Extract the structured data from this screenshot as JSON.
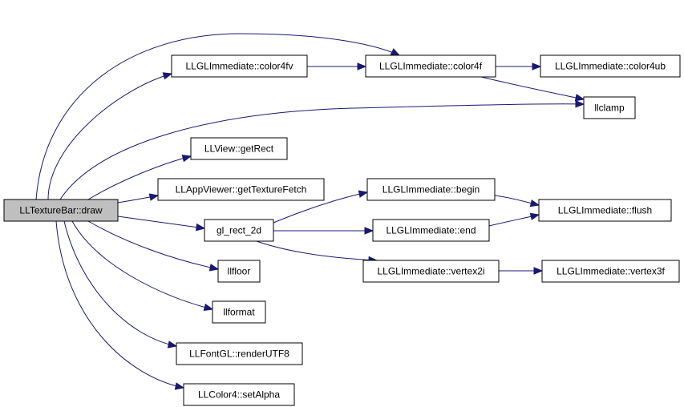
{
  "colors": {
    "edge": "#191970",
    "node_fill": "#ffffff",
    "node_root_fill": "#bfbfbf",
    "node_stroke": "#000000"
  },
  "nodes": [
    {
      "id": "draw",
      "label": "LLTextureBar::draw",
      "root": true
    },
    {
      "id": "color4fv",
      "label": "LLGLImmediate::color4fv"
    },
    {
      "id": "color4f",
      "label": "LLGLImmediate::color4f"
    },
    {
      "id": "color4ub",
      "label": "LLGLImmediate::color4ub"
    },
    {
      "id": "llclamp",
      "label": "llclamp"
    },
    {
      "id": "getRect",
      "label": "LLView::getRect"
    },
    {
      "id": "getTextureFetch",
      "label": "LLAppViewer::getTextureFetch"
    },
    {
      "id": "begin",
      "label": "LLGLImmediate::begin"
    },
    {
      "id": "flush",
      "label": "LLGLImmediate::flush"
    },
    {
      "id": "gl_rect_2d",
      "label": "gl_rect_2d"
    },
    {
      "id": "end",
      "label": "LLGLImmediate::end"
    },
    {
      "id": "vertex2i",
      "label": "LLGLImmediate::vertex2i"
    },
    {
      "id": "vertex3f",
      "label": "LLGLImmediate::vertex3f"
    },
    {
      "id": "llfloor",
      "label": "llfloor"
    },
    {
      "id": "llformat",
      "label": "llformat"
    },
    {
      "id": "renderUTF8",
      "label": "LLFontGL::renderUTF8"
    },
    {
      "id": "setAlpha",
      "label": "LLColor4::setAlpha"
    }
  ],
  "edges": [
    {
      "from": "draw",
      "to": "color4fv"
    },
    {
      "from": "draw",
      "to": "color4f"
    },
    {
      "from": "draw",
      "to": "llclamp"
    },
    {
      "from": "draw",
      "to": "getRect"
    },
    {
      "from": "draw",
      "to": "getTextureFetch"
    },
    {
      "from": "draw",
      "to": "gl_rect_2d"
    },
    {
      "from": "draw",
      "to": "llfloor"
    },
    {
      "from": "draw",
      "to": "llformat"
    },
    {
      "from": "draw",
      "to": "renderUTF8"
    },
    {
      "from": "draw",
      "to": "setAlpha"
    },
    {
      "from": "color4fv",
      "to": "color4f"
    },
    {
      "from": "color4f",
      "to": "color4ub"
    },
    {
      "from": "color4f",
      "to": "llclamp"
    },
    {
      "from": "gl_rect_2d",
      "to": "begin"
    },
    {
      "from": "gl_rect_2d",
      "to": "end"
    },
    {
      "from": "gl_rect_2d",
      "to": "vertex2i"
    },
    {
      "from": "begin",
      "to": "flush"
    },
    {
      "from": "end",
      "to": "flush"
    },
    {
      "from": "vertex2i",
      "to": "vertex3f"
    }
  ]
}
